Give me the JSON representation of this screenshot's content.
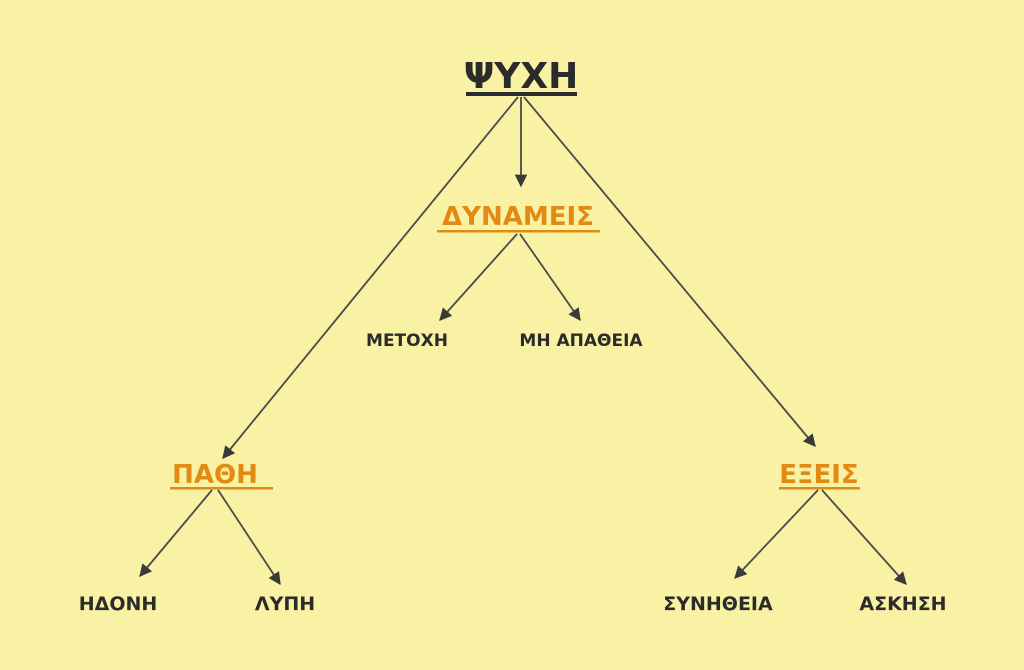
{
  "root": {
    "label": "ΨΥΧΗ"
  },
  "branches": [
    {
      "label": "ΔΥΝΑΜΕΙΣ",
      "children": [
        "ΜΕΤΟΧΗ",
        "ΜΗ ΑΠΑΘΕΙΑ"
      ]
    },
    {
      "label": "ΠΑΘΗ",
      "children": [
        "ΗΔΟΝΗ",
        "ΛΥΠΗ"
      ]
    },
    {
      "label": "ΕΞΕΙΣ",
      "children": [
        "ΣΥΝΗΘΕΙΑ",
        "ΑΣΚΗΣΗ"
      ]
    }
  ],
  "colors": {
    "background": "#f9f1a3",
    "root": "#2b2b2b",
    "branch": "#e28a12",
    "leaf": "#2b2b2b",
    "arrow": "#4a4a4a"
  }
}
